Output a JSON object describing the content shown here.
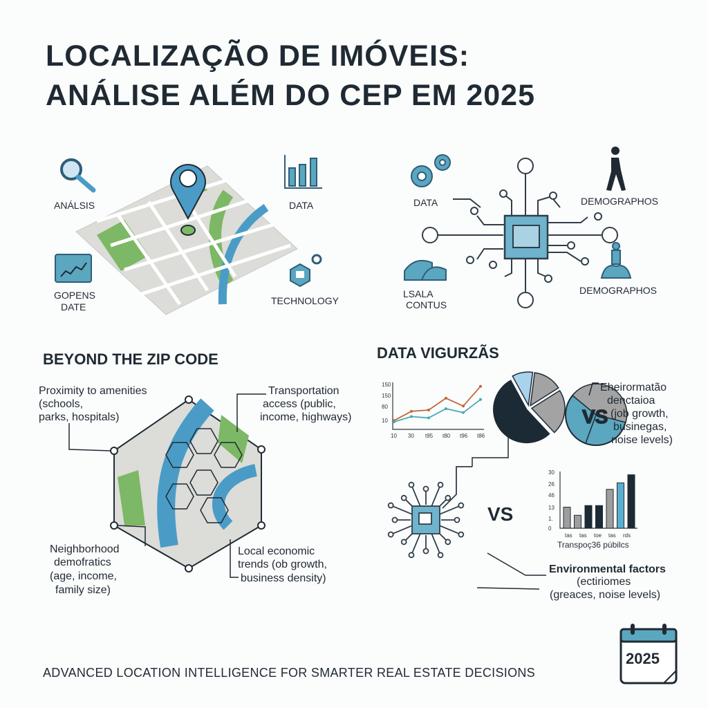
{
  "title": {
    "line1": "LOCALIZAÇÃO DE IMÓVEIS:",
    "line2": "ANÁLISE ALÉM DO CEP EM 2025"
  },
  "top_left": {
    "labels": {
      "analysis": "ANÁLSIS",
      "data": "DATA",
      "open_data_1": "GOPENS",
      "open_data_2": "DATE",
      "technology": "TECHNOLOGY"
    }
  },
  "top_right": {
    "labels": {
      "data": "DATA",
      "demographics_1": "DEMOGRAPHOS",
      "contours_1": "LSALA",
      "contours_2": "CONTUS",
      "demographics_2": "DEMOGRAPHOS"
    }
  },
  "beyond": {
    "heading": "BEYOND THE ZIP CODE",
    "callouts": {
      "amenities": [
        "Proximity to amenities",
        "(schools,",
        "parks, hospitals)"
      ],
      "transport": [
        "Transportation",
        "access (public,",
        "income, highways)"
      ],
      "neighborhood": [
        "Neighborhood",
        "demofratics",
        "(age, income,",
        "family size)"
      ],
      "economic": [
        "Local economic",
        "trends (ob growth,",
        "business density)"
      ]
    }
  },
  "data_viz": {
    "heading": "DATA VIGURZÃS",
    "vs_label": "VS",
    "pie_vs_label": "VS",
    "pie_callout": [
      "Eheirormatão",
      "denctaioa",
      "(job growth,",
      "businegas,",
      "noise levels)"
    ],
    "env_callout": [
      "Environmental factors",
      "(ectiriomes",
      "(greaces, noise levels)"
    ]
  },
  "chart_data": [
    {
      "type": "line",
      "y_tick_labels": [
        "10",
        "80",
        "150",
        "150"
      ],
      "x_tick_labels": [
        "10",
        "30",
        "t95",
        "t80",
        "t96",
        "t86"
      ],
      "series": [
        {
          "name": "orange",
          "color": "#c0673a",
          "values": [
            10,
            45,
            50,
            95,
            65,
            140
          ]
        },
        {
          "name": "teal",
          "color": "#4aa9b3",
          "values": [
            5,
            25,
            20,
            55,
            40,
            90
          ]
        }
      ]
    },
    {
      "type": "pie",
      "slices": [
        {
          "label": "light-blue",
          "value": 10,
          "color": "#a9d2ec"
        },
        {
          "label": "gray-top",
          "value": 14,
          "color": "#a3a3a3"
        },
        {
          "label": "gray-right",
          "value": 22,
          "color": "#a3a3a3"
        },
        {
          "label": "dark",
          "value": 54,
          "color": "#1b2a35"
        }
      ]
    },
    {
      "type": "bar",
      "y_tick_labels": [
        "0",
        "1.",
        "13",
        "46",
        "26",
        "30"
      ],
      "x_tick_labels": [
        "tas",
        "tas",
        "toe",
        "tas",
        "rds"
      ],
      "xlabel": "Transpoç36 púbilcs",
      "values": [
        13,
        8,
        14,
        14,
        24,
        28,
        33
      ],
      "colors": [
        "#9e9e9e",
        "#9e9e9e",
        "#1b2a35",
        "#1b2a35",
        "#9e9e9e",
        "#5aaed0",
        "#1b2a35"
      ]
    }
  ],
  "calendar": {
    "year": "2025"
  },
  "footer": "ADVANCED LOCATION INTELLIGENCE FOR SMARTER REAL ESTATE DECISIONS",
  "colors": {
    "ink": "#1f2a33",
    "blue": "#4a9cc7",
    "teal": "#5aa7bf",
    "green": "#7cb865",
    "map": "#dcdcd8"
  }
}
